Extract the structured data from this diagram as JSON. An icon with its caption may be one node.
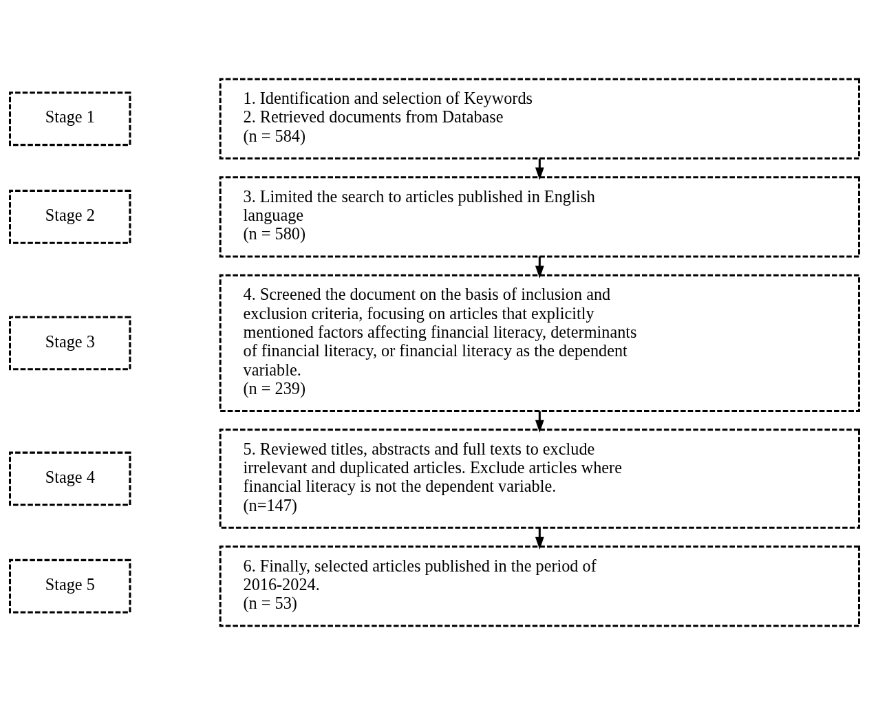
{
  "diagram": {
    "nodes": [
      {
        "text": [
          "Stage 1"
        ]
      },
      {
        "text": [
          "Stage 2"
        ]
      },
      {
        "text": [
          "Stage 3"
        ]
      },
      {
        "text": [
          "Stage 4"
        ]
      },
      {
        "text": [
          "Stage 5"
        ]
      },
      {
        "text": [
          "1. Identification and selection of Keywords",
          "2. Retrieved documents from Database",
          "(n = 584)"
        ]
      },
      {
        "text": [
          "3. Limited the search to articles published in English language",
          "(n = 580)"
        ]
      },
      {
        "text": [
          "4. Screened the document on the basis of inclusion and exclusion criteria, focusing on articles that explicitly mentioned factors affecting financial literacy, determinants of financial literacy, or financial literacy as the dependent variable.",
          "(n = 239)"
        ]
      },
      {
        "text": [
          "5. Reviewed titles, abstracts and full texts to exclude irrelevant and duplicated articles. Exclude articles where financial literacy is not the dependent variable.",
          "(n=147)"
        ]
      },
      {
        "text": [
          "6. Finally, selected articles published in the period of 2016-2024.",
          "(n = 53)"
        ]
      }
    ],
    "edges": [
      {
        "from": 5,
        "to": 6,
        "arrow": "to"
      },
      {
        "from": 6,
        "to": 7,
        "arrow": "to"
      },
      {
        "from": 7,
        "to": 8,
        "arrow": "to"
      },
      {
        "from": 8,
        "to": 9,
        "arrow": "to"
      }
    ]
  }
}
